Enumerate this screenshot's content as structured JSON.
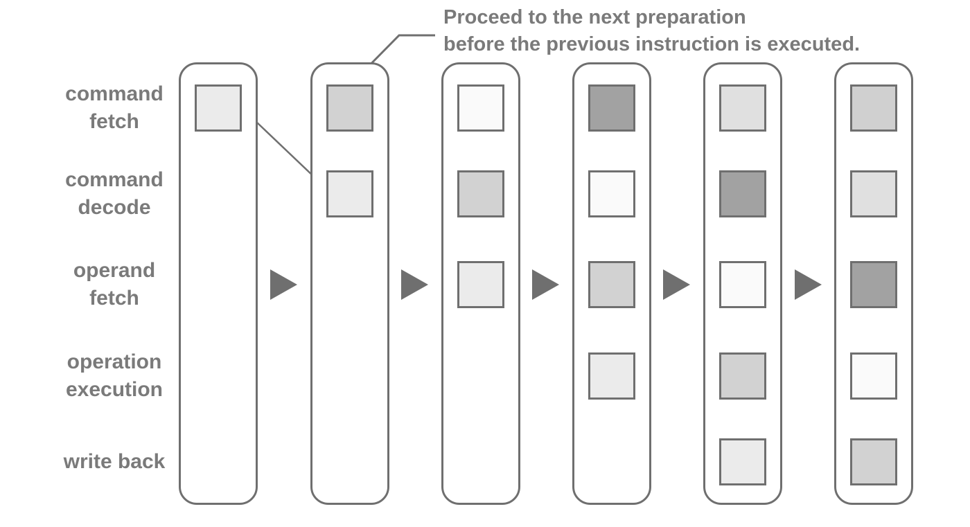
{
  "annotation": {
    "line1": "Proceed to the next preparation",
    "line2": "before the previous instruction is executed."
  },
  "stages": [
    {
      "id": "command-fetch",
      "lines": [
        "command",
        "fetch"
      ]
    },
    {
      "id": "command-decode",
      "lines": [
        "command",
        "decode"
      ]
    },
    {
      "id": "operand-fetch",
      "lines": [
        "operand",
        "fetch"
      ]
    },
    {
      "id": "operation-execution",
      "lines": [
        "operation",
        "execution"
      ]
    },
    {
      "id": "write-back",
      "lines": [
        "write back"
      ]
    }
  ],
  "colors": {
    "outline": "#6f6f6f",
    "text": "#7a7a7a",
    "background": "#ffffff",
    "instruction_shades": {
      "instr1": "#ebebeb",
      "instr2": "#d2d2d2",
      "instr3": "#fafafa",
      "instr4": "#a2a2a2",
      "instr5": "#e0e0e0",
      "instr6": "#d0d0d0"
    }
  },
  "pipeline_cycles": [
    {
      "squares": [
        {
          "stage": 0,
          "shade": "#ebebeb"
        }
      ]
    },
    {
      "squares": [
        {
          "stage": 0,
          "shade": "#d2d2d2"
        },
        {
          "stage": 1,
          "shade": "#ebebeb"
        }
      ]
    },
    {
      "squares": [
        {
          "stage": 0,
          "shade": "#fafafa"
        },
        {
          "stage": 1,
          "shade": "#d2d2d2"
        },
        {
          "stage": 2,
          "shade": "#ebebeb"
        }
      ]
    },
    {
      "squares": [
        {
          "stage": 0,
          "shade": "#a2a2a2"
        },
        {
          "stage": 1,
          "shade": "#fafafa"
        },
        {
          "stage": 2,
          "shade": "#d2d2d2"
        },
        {
          "stage": 3,
          "shade": "#ebebeb"
        }
      ]
    },
    {
      "squares": [
        {
          "stage": 0,
          "shade": "#e0e0e0"
        },
        {
          "stage": 1,
          "shade": "#a2a2a2"
        },
        {
          "stage": 2,
          "shade": "#fafafa"
        },
        {
          "stage": 3,
          "shade": "#d2d2d2"
        },
        {
          "stage": 4,
          "shade": "#ebebeb"
        }
      ]
    },
    {
      "squares": [
        {
          "stage": 0,
          "shade": "#d0d0d0"
        },
        {
          "stage": 1,
          "shade": "#e0e0e0"
        },
        {
          "stage": 2,
          "shade": "#a2a2a2"
        },
        {
          "stage": 3,
          "shade": "#fafafa"
        },
        {
          "stage": 4,
          "shade": "#d2d2d2"
        }
      ]
    }
  ]
}
